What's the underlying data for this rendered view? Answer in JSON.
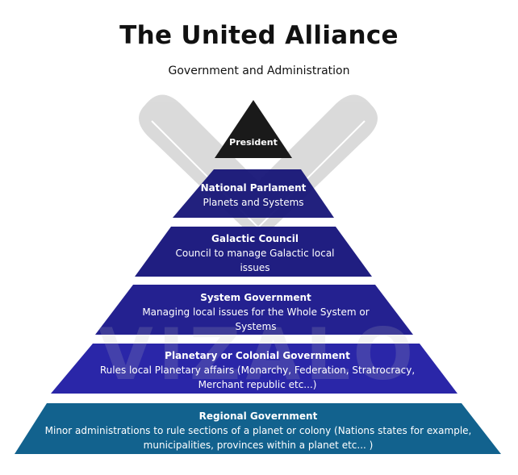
{
  "header": {
    "title": "The United Alliance",
    "subtitle": "Government and Administration"
  },
  "watermark": {
    "text": "VIZALO"
  },
  "pyramid": {
    "apex": {
      "title": "President",
      "color": "#1a1a1a"
    },
    "tiers": [
      {
        "title": "National Parlament",
        "desc": "Planets and Systems",
        "color": "#161577"
      },
      {
        "title": "Galactic Council",
        "desc": "Council to manage Galactic local issues",
        "color": "#14127a"
      },
      {
        "title": "System Government",
        "desc": "Managing local issues for the Whole System or Systems",
        "color": "#18158a"
      },
      {
        "title": "Planetary or Colonial Government",
        "desc": "Rules local Planetary affairs (Monarchy, Federation, Stratrocracy, Merchant republic etc...)",
        "color": "#1f1aa3"
      },
      {
        "title": "Regional Government",
        "desc": "Minor administrations to rule sections of a planet or colony (Nations states for example, municipalities, provinces within a planet etc... )",
        "color": "#12628e"
      }
    ]
  }
}
